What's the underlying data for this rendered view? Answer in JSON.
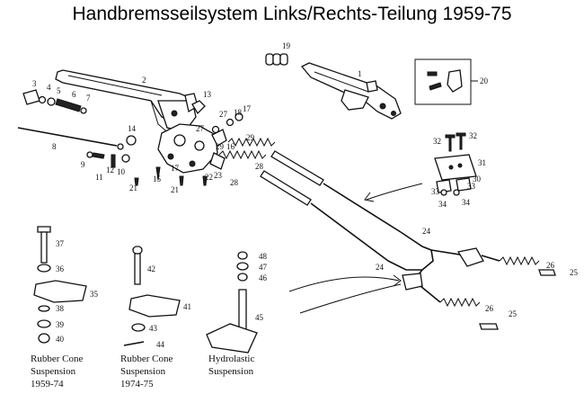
{
  "title": "Handbremsseilsystem Links/Rechts-Teilung 1959-75",
  "callouts": {
    "c1": "1",
    "c2": "2",
    "c3": "3",
    "c4": "4",
    "c5": "5",
    "c6": "6",
    "c7": "7",
    "c8": "8",
    "c9": "9",
    "c10": "10",
    "c11": "11",
    "c12": "12",
    "c13": "13",
    "c14": "14",
    "c15": "15",
    "c16": "16",
    "c17a": "17",
    "c17b": "17",
    "c18": "18",
    "c19": "19",
    "c20": "20",
    "c21a": "21",
    "c21b": "21",
    "c22": "22",
    "c23": "23",
    "c24a": "24",
    "c24b": "24",
    "c25a": "25",
    "c25b": "25",
    "c26a": "26",
    "c26b": "26",
    "c27a": "27",
    "c27b": "27",
    "c28a": "28",
    "c28b": "28",
    "c29a": "29",
    "c29b": "29",
    "c30": "30",
    "c31": "31",
    "c32a": "32",
    "c32b": "32",
    "c33a": "33",
    "c33b": "33",
    "c34a": "34",
    "c34b": "34",
    "c35": "35",
    "c36": "36",
    "c37": "37",
    "c38": "38",
    "c39": "39",
    "c40": "40",
    "c41": "41",
    "c42": "42",
    "c43": "43",
    "c44": "44",
    "c45": "45",
    "c46": "46",
    "c47": "47",
    "c48": "48"
  },
  "captions": {
    "rubber1": [
      "Rubber Cone",
      "Suspension",
      "1959-74"
    ],
    "rubber2": [
      "Rubber Cone",
      "Suspension",
      "1974-75"
    ],
    "hydro": [
      "Hydrolastic",
      "Suspension"
    ]
  }
}
